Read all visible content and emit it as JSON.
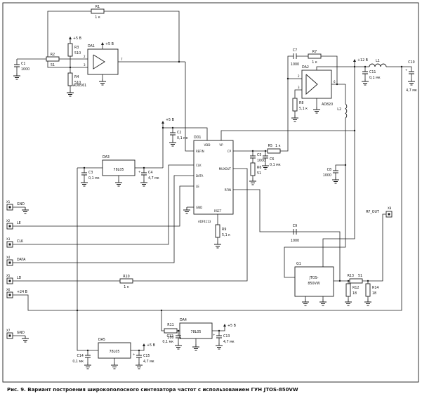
{
  "figure": {
    "caption": "Рис. 9. Вариант построения широкополосного синтезатора частот с использованием ГУН JTOS-850VW"
  },
  "power": {
    "p5": "+5 В",
    "p12": "+12 В",
    "p24": "+24 В"
  },
  "symbols": {
    "plus": "+"
  },
  "connectors": {
    "x1": {
      "ref": "X1",
      "label": "GND"
    },
    "x2": {
      "ref": "X2",
      "label": "LE"
    },
    "x3": {
      "ref": "X3",
      "label": "CLK"
    },
    "x4": {
      "ref": "X4",
      "label": "DATA"
    },
    "x5": {
      "ref": "X5",
      "label": "LD"
    },
    "x6": {
      "ref": "X6",
      "label": "+24 В"
    },
    "x7": {
      "ref": "X7",
      "label": "GND"
    },
    "x8": {
      "ref": "X8",
      "label": "RF_OUT"
    }
  },
  "ics": {
    "da1": {
      "ref": "DA1",
      "part": "AD8561",
      "pin2": "2",
      "pin3": "3",
      "pin7": "7"
    },
    "da2": {
      "ref": "DA2",
      "part": "AD820",
      "pin2": "2",
      "pin3": "3",
      "pin6": "6"
    },
    "da3": {
      "ref": "DA3",
      "part": "78L05"
    },
    "da4": {
      "ref": "DA4",
      "part": "78L05"
    },
    "da5": {
      "ref": "DA5",
      "part": "78L05"
    },
    "dd1": {
      "ref": "DD1",
      "part": "ADF4113",
      "pins": {
        "refin": "REFIN",
        "clk": "CLK",
        "data": "DATA",
        "le": "LE",
        "gnd": "GND",
        "cp": "CP",
        "mux": "MUXOUT",
        "rfin": "RFIN",
        "vdd": "VDD",
        "vp": "VP",
        "rset": "RSET"
      }
    },
    "g1": {
      "ref": "G1",
      "part_l1": "JTOS-",
      "part_l2": "850VW"
    }
  },
  "resistors": {
    "r1": {
      "ref": "R1",
      "value": "1 к"
    },
    "r2": {
      "ref": "R2",
      "value": "51"
    },
    "r3": {
      "ref": "R3",
      "value": "510"
    },
    "r4": {
      "ref": "R4",
      "value": "510"
    },
    "r5": {
      "ref": "R5",
      "value": "1 к"
    },
    "r6": {
      "ref": "R6",
      "value": "51"
    },
    "r7": {
      "ref": "R7",
      "value": "1 к"
    },
    "r8": {
      "ref": "R8",
      "value": "5,1 к"
    },
    "r9": {
      "ref": "R9",
      "value": "5,1 к"
    },
    "r10": {
      "ref": "R10",
      "value": "1 к"
    },
    "r11": {
      "ref": "R11",
      "value": "200"
    },
    "r12": {
      "ref": "R12",
      "value": "18"
    },
    "r13": {
      "ref": "R13",
      "value": "51"
    },
    "r14": {
      "ref": "R14",
      "value": "18"
    }
  },
  "capacitors": {
    "c1": {
      "ref": "C1",
      "value": "1000"
    },
    "c2": {
      "ref": "C2",
      "value": "0,1 мк"
    },
    "c3": {
      "ref": "C3",
      "value": "0,1 мк"
    },
    "c4": {
      "ref": "C4",
      "value": "4,7 мк"
    },
    "c5": {
      "ref": "C5",
      "value": "1000"
    },
    "c6": {
      "ref": "C6",
      "value": "0,1 мк"
    },
    "c7": {
      "ref": "C7",
      "value": "1000"
    },
    "c8": {
      "ref": "C8",
      "value": "1000"
    },
    "c9": {
      "ref": "C9",
      "value": "1000"
    },
    "c10": {
      "ref": "C10",
      "value": "4,7 мк"
    },
    "c11": {
      "ref": "C11",
      "value": "0,1 мк"
    },
    "c12": {
      "ref": "C12",
      "value": "0,1 мк"
    },
    "c13": {
      "ref": "C13",
      "value": "4,7 мк"
    },
    "c14": {
      "ref": "C14",
      "value": "0,1 мк"
    },
    "c15": {
      "ref": "C15",
      "value": "4,7 мк"
    }
  },
  "inductors": {
    "l1": {
      "ref": "L1"
    },
    "l2": {
      "ref": "L2"
    }
  }
}
